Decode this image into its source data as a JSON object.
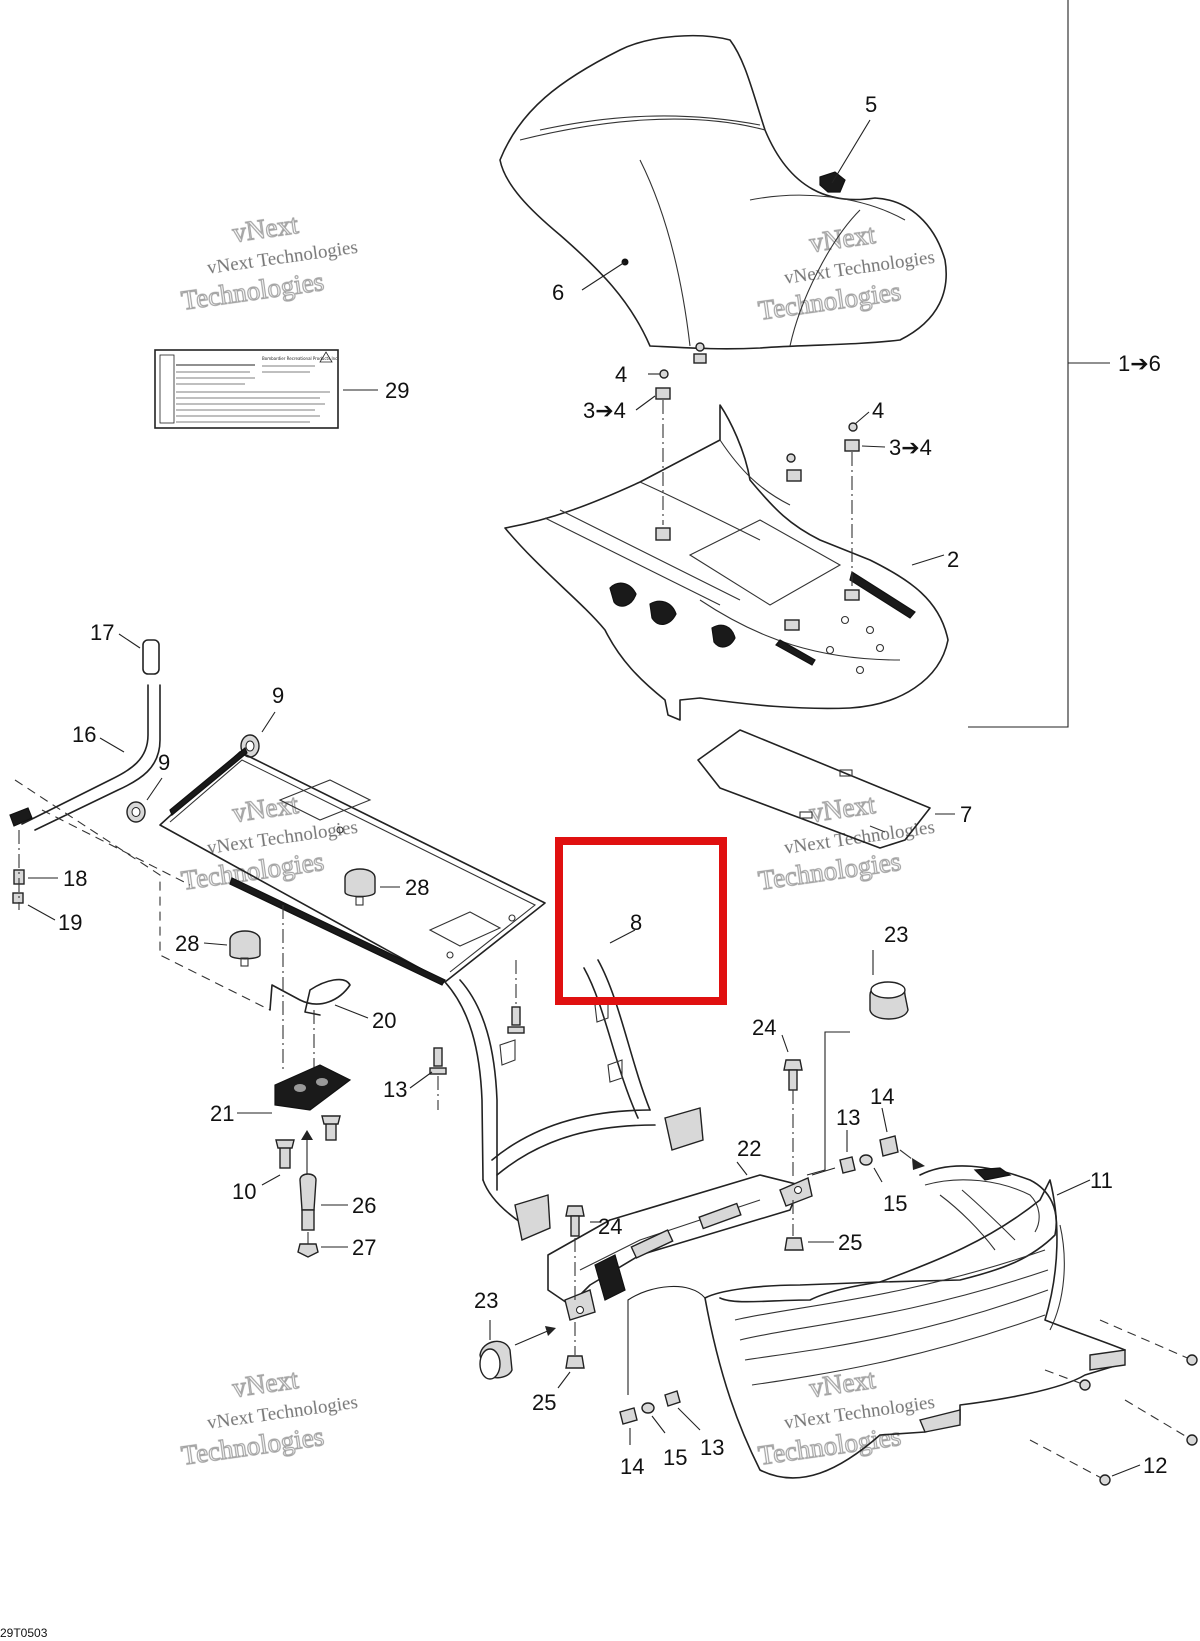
{
  "diagram": {
    "figure_code": "29T0503",
    "watermark": {
      "line1": "vNext Technologies",
      "line2": "Technologies",
      "line3": "vNext"
    },
    "label_29": {
      "header_text": "Bombardier Recreational Products Inc."
    },
    "callouts": {
      "c1_6": "1➔6",
      "c2": "2",
      "c3_4a": "3➔4",
      "c3_4b": "3➔4",
      "c4a": "4",
      "c4b": "4",
      "c5": "5",
      "c6": "6",
      "c7": "7",
      "c8": "8",
      "c9a": "9",
      "c9b": "9",
      "c10": "10",
      "c11": "11",
      "c12": "12",
      "c13a": "13",
      "c13b": "13",
      "c13c": "13",
      "c14a": "14",
      "c14b": "14",
      "c15a": "15",
      "c15b": "15",
      "c16": "16",
      "c17": "17",
      "c18": "18",
      "c19": "19",
      "c20": "20",
      "c21": "21",
      "c22": "22",
      "c23a": "23",
      "c23b": "23",
      "c24a": "24",
      "c24b": "24",
      "c25a": "25",
      "c25b": "25",
      "c26": "26",
      "c27": "27",
      "c28a": "28",
      "c28b": "28",
      "c29": "29"
    },
    "highlight": {
      "color": "#e01010",
      "target_callout": "8"
    }
  }
}
